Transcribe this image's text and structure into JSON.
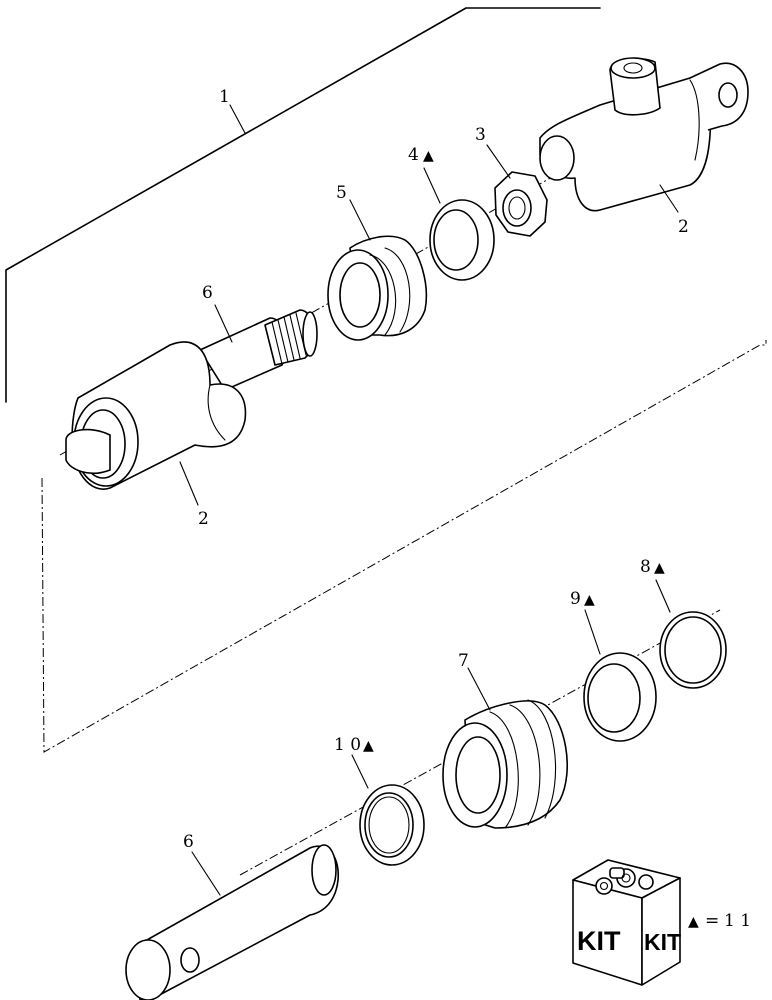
{
  "callouts": {
    "c1": "1",
    "c2_top": "2",
    "c2_mid": "2",
    "c3": "3",
    "c4": "4",
    "c5": "5",
    "c6_top": "6",
    "c6_bottom": "6",
    "c7": "7",
    "c8": "8",
    "c9": "9",
    "c10": "1 0"
  },
  "kit_marker": "▲",
  "kit_box": {
    "label_left": "KIT",
    "label_right": "KIT"
  },
  "legend": {
    "symbol": "▲",
    "equals": "=",
    "value": "1 1"
  },
  "icons": [
    "kit-box-icon",
    "triangle-marker-icon"
  ]
}
